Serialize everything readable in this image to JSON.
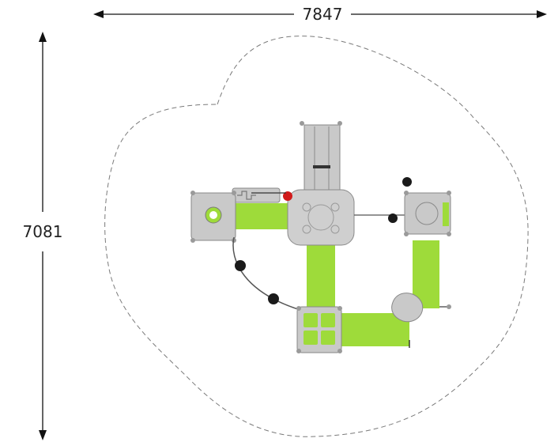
{
  "dimensions": {
    "width_label": "7847",
    "height_label": "7081"
  },
  "colors": {
    "green": "#9edb3a",
    "deck_gray": "#c9c9c9",
    "roof_gray": "#cfcfcf",
    "boundary": "#777777",
    "dim_line": "#111111",
    "accent_red": "#d11a1a"
  },
  "legend": {
    "boundary_style": "dashed safety-zone outline"
  }
}
